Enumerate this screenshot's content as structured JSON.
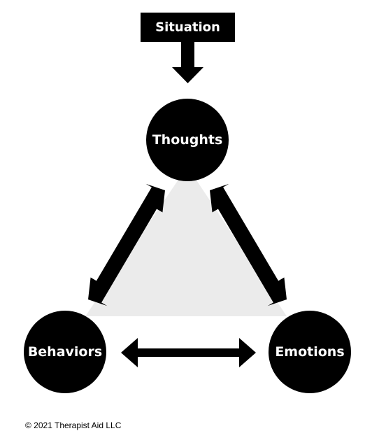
{
  "diagram": {
    "situation_label": "Situation",
    "thoughts_label": "Thoughts",
    "behaviors_label": "Behaviors",
    "emotions_label": "Emotions",
    "copyright": "© 2021 Therapist Aid LLC",
    "colors": {
      "node_fill": "#000000",
      "node_text": "#ffffff",
      "triangle_fill": "#ebebeb",
      "arrow": "#000000"
    }
  }
}
